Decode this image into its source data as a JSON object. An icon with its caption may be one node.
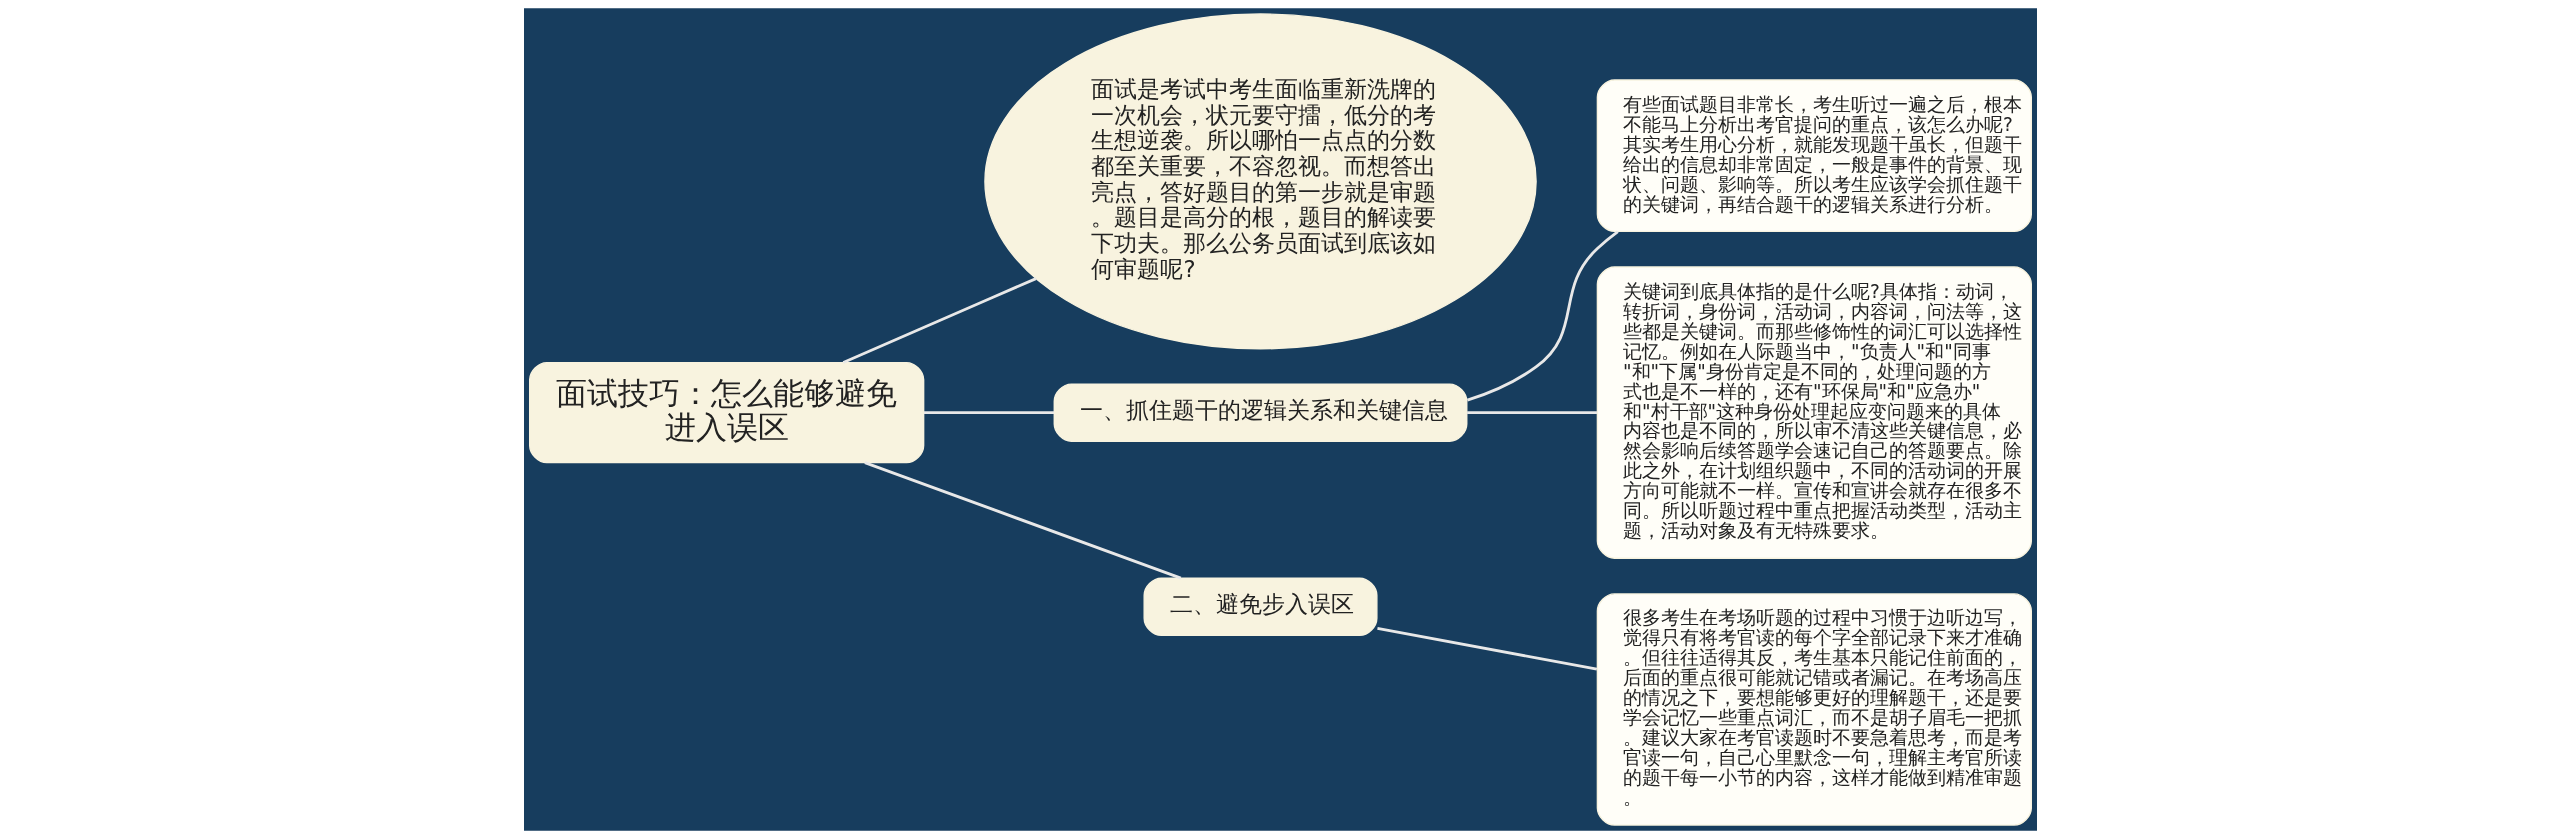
{
  "diagram": {
    "nodes": [
      {
        "text": [
          "面试技巧：怎么能够避免进入误区"
        ]
      },
      {
        "text": [
          "面试是考试中考生面临重新洗牌的一次机会，状元要守擂，低分的考生想逆袭。所以哪怕一点点的分数都至关重要，不容忽视。而想答出亮点，答好题目的第一步就是审题。题目是高分的根，题目的解读要下功夫。那么公务员面试到底该如何审题呢?"
        ]
      },
      {
        "text": [
          "一、抓住题干的逻辑关系和关键信息"
        ]
      },
      {
        "text": [
          "有些面试题目非常长，考生听过一遍之后，根本不能马上分析出考官提问的重点，该怎么办呢?其实考生用心分析，就能发现题干虽长，但题干给出的信息却非常固定，一般是事件的背景、现状、问题、影响等。所以考生应该学会抓住题干的关键词，再结合题干的逻辑关系进行分析。"
        ]
      },
      {
        "text": [
          "关键词到底具体指的是什么呢?具体指：动词，转折词，身份词，活动词，内容词，问法等，这些都是关键词。而那些修饰性的词汇可以选择性记忆。例如在人际题当中，\"负责人\"和\"同事\"和\"下属\"身份肯定是不同的，处理问题的方式也是不一样的，还有\"环保局\"和\"应急办\"和\"村干部\"这种身份处理起应变问题来的具体内容也是不同的，所以审不清这些关键信息，必然会影响后续答题学会速记自己的答题要点。除此之外，在计划组织题中，不同的活动词的开展方向可能就不一样。宣传和宣讲会就存在很多不同。所以听题过程中重点把握活动类型，活动主题，活动对象及有无特殊要求。"
        ]
      },
      {
        "text": [
          "二、避免步入误区"
        ]
      },
      {
        "text": [
          "很多考生在考场听题的过程中习惯于边听边写，觉得只有将考官读的每个字全部记录下来才准确。但往往适得其反，考生基本只能记住前面的，后面的重点很可能就记错或者漏记。在考场高压的情况之下，要想能够更好的理解题干，还是要学会记忆一些重点词汇，而不是胡子眉毛一把抓。建议大家在考官读题时不要急着思考，而是考官读一句，自己心里默念一句，理解主考官所读的题干每一小节的内容，这样才能做到精准审题。"
        ]
      }
    ],
    "edges": [
      {
        "from": 0,
        "to": 1,
        "arrow": "none"
      },
      {
        "from": 0,
        "to": 2,
        "arrow": "none"
      },
      {
        "from": 2,
        "to": 3,
        "arrow": "none"
      },
      {
        "from": 2,
        "to": 4,
        "arrow": "none"
      },
      {
        "from": 0,
        "to": 5,
        "arrow": "none"
      },
      {
        "from": 5,
        "to": 6,
        "arrow": "none"
      }
    ]
  }
}
